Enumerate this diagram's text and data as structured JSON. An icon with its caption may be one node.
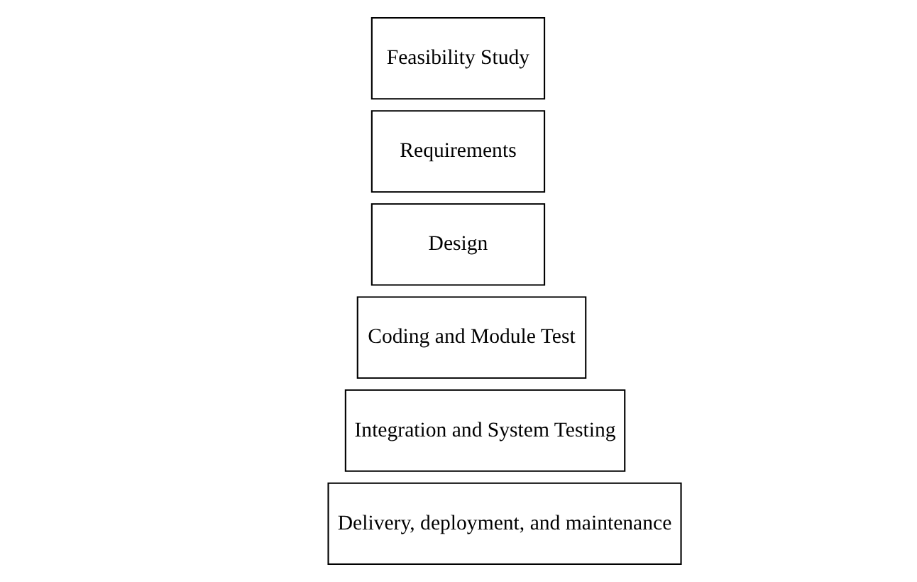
{
  "diagram": {
    "nodes": [
      {
        "text": [
          "Feasibility Study"
        ]
      },
      {
        "text": [
          "Requirements"
        ]
      },
      {
        "text": [
          "Design"
        ]
      },
      {
        "text": [
          "Coding and Module Test"
        ]
      },
      {
        "text": [
          "Integration and System Testing"
        ]
      },
      {
        "text": [
          "Delivery, deployment, and maintenance"
        ]
      }
    ]
  }
}
